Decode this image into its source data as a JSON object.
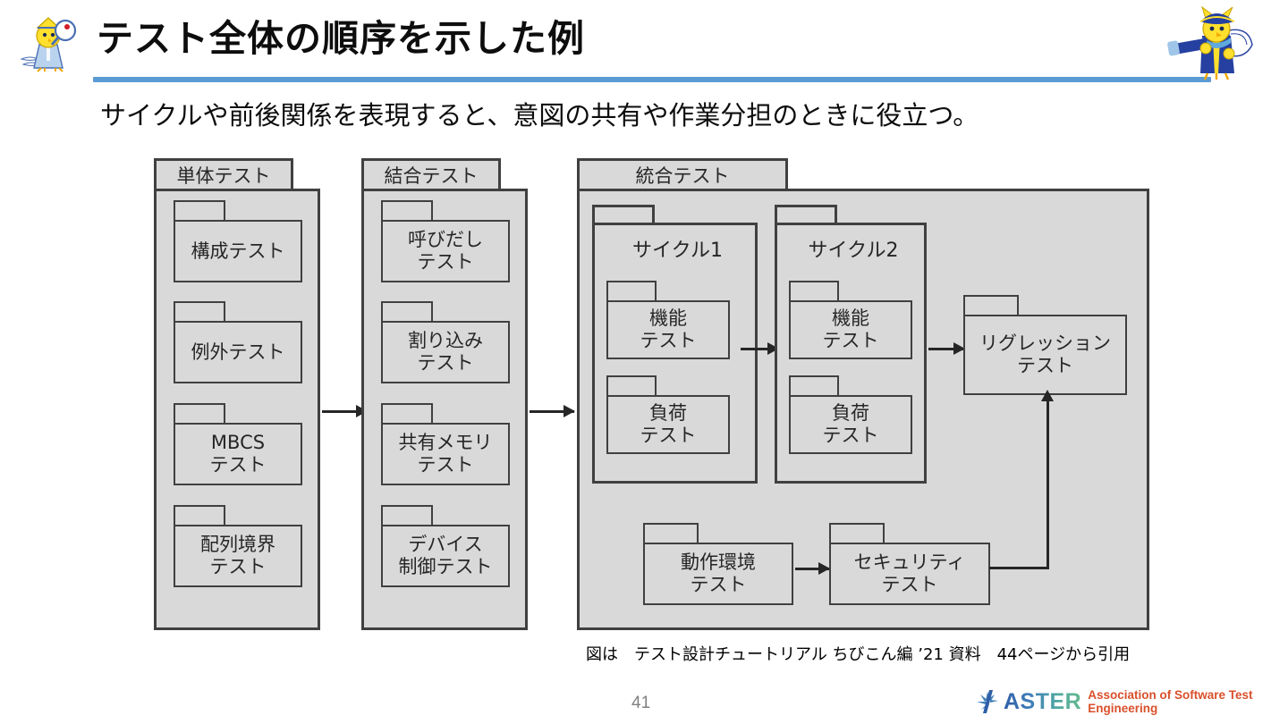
{
  "header": {
    "title": "テスト全体の順序を示した例",
    "rule_color": "#5b9bd5",
    "mascot_left": "chibicon-mascot-icon",
    "mascot_right": "aster-bird-mascot-icon"
  },
  "subtitle": "サイクルや前後関係を表現すると、意図の共有や作業分担のときに役立つ。",
  "diagram": {
    "columns": [
      {
        "title": "単体テスト",
        "items": [
          "構成テスト",
          "例外テスト",
          "MBCS\nテスト",
          "配列境界\nテスト"
        ]
      },
      {
        "title": "結合テスト",
        "items": [
          "呼びだし\nテスト",
          "割り込み\nテスト",
          "共有メモリ\nテスト",
          "デバイス\n制御テスト"
        ]
      },
      {
        "title": "統合テスト",
        "cycles": [
          {
            "title": "サイクル1",
            "items": [
              "機能\nテスト",
              "負荷\nテスト"
            ]
          },
          {
            "title": "サイクル2",
            "items": [
              "機能\nテスト",
              "負荷\nテスト"
            ]
          }
        ],
        "regression": "リグレッション\nテスト",
        "bottom_items": [
          "動作環境\nテスト",
          "セキュリティ\nテスト"
        ]
      }
    ],
    "fill_color": "#d9d9d9",
    "border_color": "#404040"
  },
  "caption": "図は　テスト設計チュートリアル ちびこん編 ’21 資料　44ページから引用",
  "page_number": "41",
  "logo": {
    "word": "ASTER",
    "tagline": "Association of Software Test Engineering",
    "tagline_color": "#d9502b"
  }
}
